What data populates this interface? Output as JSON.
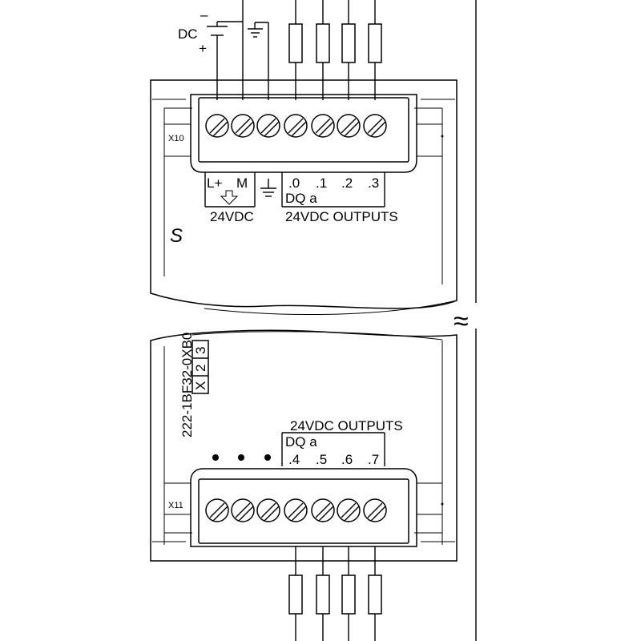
{
  "power": {
    "source_label": "DC",
    "minus": "–",
    "plus": "+"
  },
  "connectors": {
    "top": {
      "id": "X10",
      "supply_labels": [
        "L+",
        "M"
      ],
      "supply_voltage": "24VDC",
      "outputs": [
        ".0",
        ".1",
        ".2",
        ".3"
      ],
      "group": "DQ a",
      "group_title": "24VDC OUTPUTS"
    },
    "bottom": {
      "id": "X11",
      "outputs": [
        ".4",
        ".5",
        ".6",
        ".7"
      ],
      "group": "DQ a",
      "group_title": "24VDC OUTPUTS"
    }
  },
  "module": {
    "order_number": "222-1BF32-0XB0",
    "version_boxes": [
      "X",
      "2",
      "3"
    ],
    "logo_glyph": "S"
  },
  "symbols": {
    "break_mark": "≈"
  }
}
